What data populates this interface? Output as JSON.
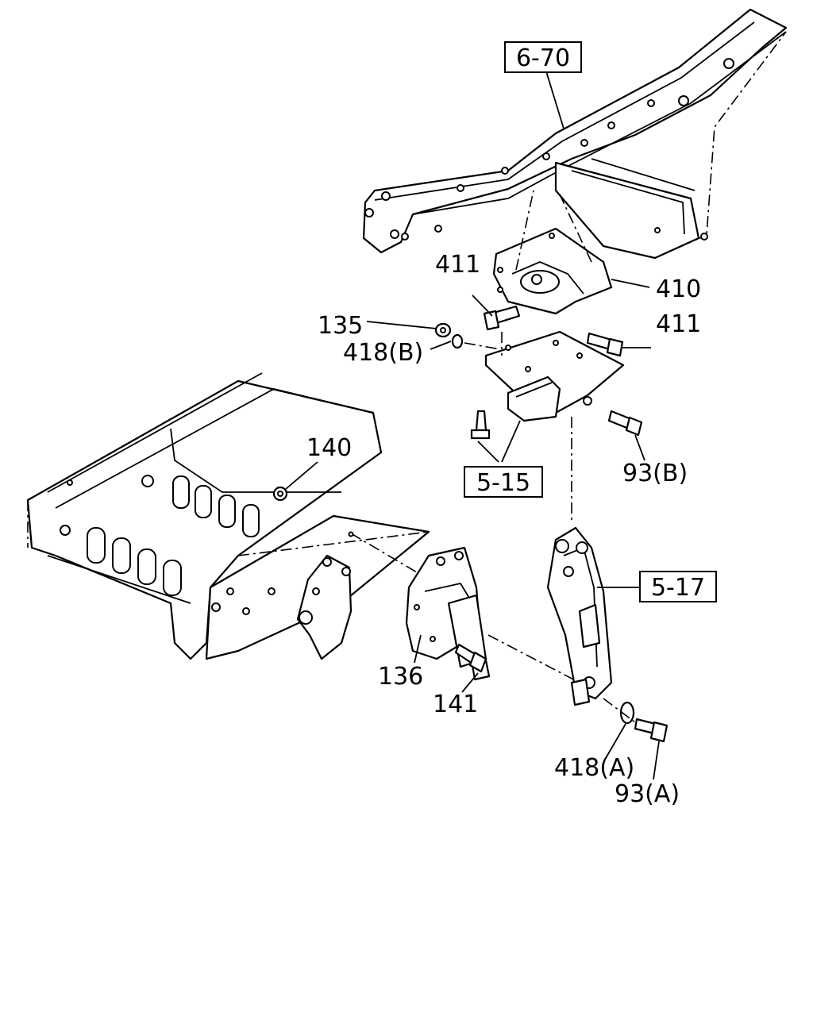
{
  "callouts": {
    "ref_6_70": "6-70",
    "ref_5_15": "5-15",
    "ref_5_17": "5-17",
    "p410": "410",
    "p411_left": "411",
    "p411_right": "411",
    "p135": "135",
    "p418b": "418(B)",
    "p140": "140",
    "p93b": "93(B)",
    "p136": "136",
    "p141": "141",
    "p418a": "418(A)",
    "p93a": "93(A)"
  }
}
